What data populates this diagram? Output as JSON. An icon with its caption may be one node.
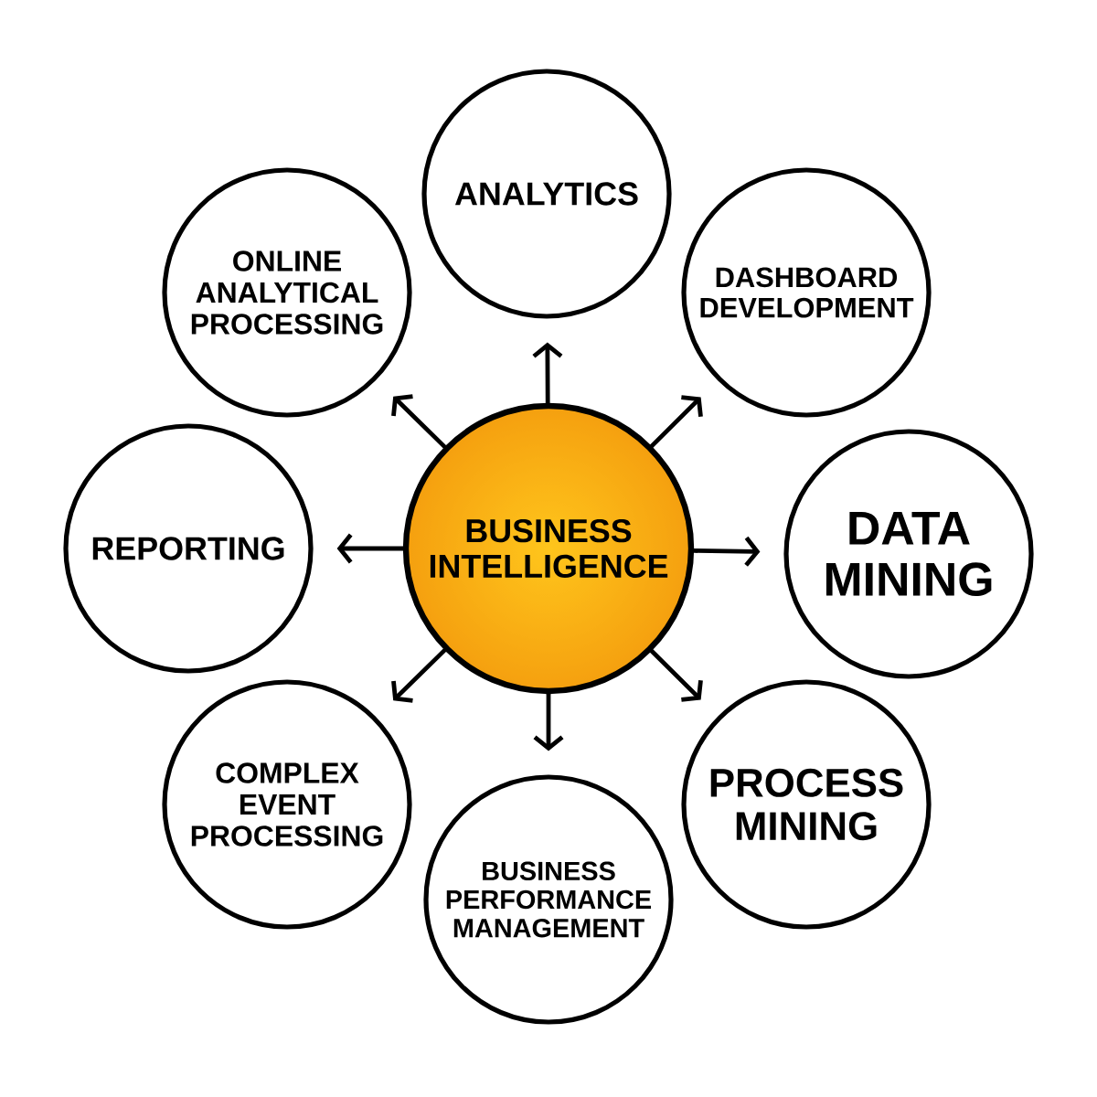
{
  "diagram": {
    "nodes": [
      {
        "text": [
          "ANALYTICS"
        ]
      },
      {
        "text": [
          "ONLINE ANALYTICAL PROCESSING"
        ]
      },
      {
        "text": [
          "DASHBOARD DEVELOPMENT"
        ]
      },
      {
        "text": [
          "REPORTING"
        ]
      },
      {
        "text": [
          "BUSINESS INTELLIGENCE"
        ]
      },
      {
        "text": [
          "DATA MINING"
        ]
      },
      {
        "text": [
          "COMPLEX EVENT PROCESSING"
        ]
      },
      {
        "text": [
          "PROCESS MINING"
        ]
      },
      {
        "text": [
          "BUSINESS PERFORMANCE MANAGEMENT"
        ]
      }
    ],
    "edges": [
      {
        "from": 4,
        "to": 0,
        "arrow": "to"
      },
      {
        "from": 4,
        "to": 2,
        "arrow": "to"
      },
      {
        "from": 4,
        "to": 5,
        "arrow": "to"
      },
      {
        "from": 4,
        "to": 7,
        "arrow": "to"
      },
      {
        "from": 4,
        "to": 8,
        "arrow": "to"
      },
      {
        "from": 4,
        "to": 6,
        "arrow": "to"
      },
      {
        "from": 4,
        "to": 3,
        "arrow": "to"
      },
      {
        "from": 4,
        "to": 1,
        "arrow": "to"
      }
    ]
  }
}
